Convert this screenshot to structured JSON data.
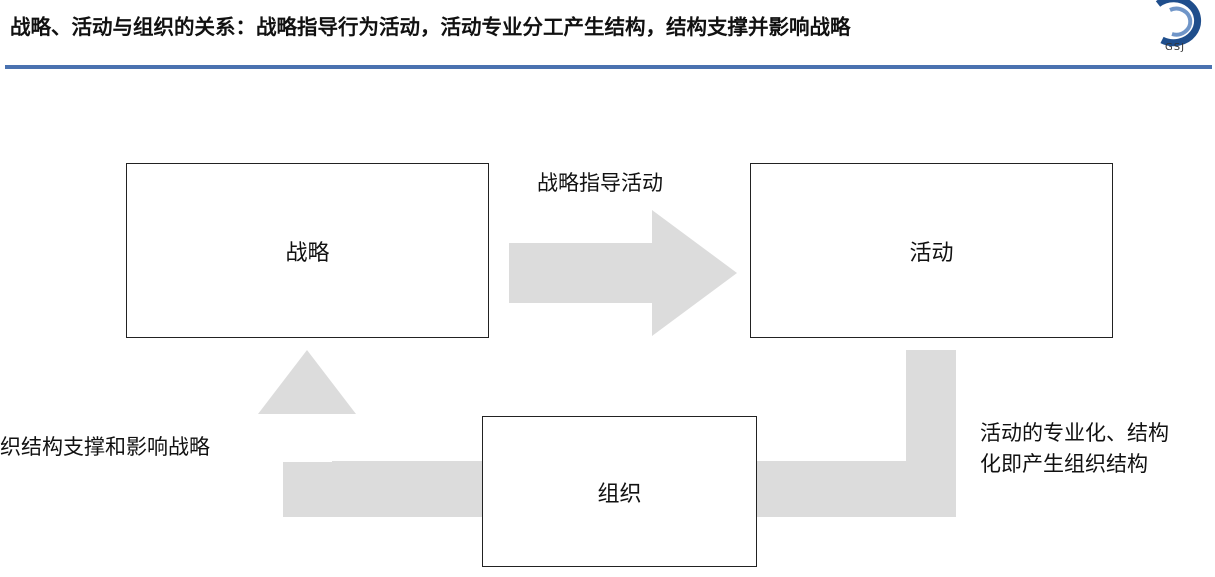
{
  "header": {
    "title": "战略、活动与组织的关系：战略指导行为活动，活动专业分工产生结构，结构支撑并影响战略",
    "logo_text": "GSJ"
  },
  "diagram": {
    "nodes": {
      "strategy": "战略",
      "activity": "活动",
      "organization": "组织"
    },
    "edges": {
      "strategy_to_activity": "战略指导活动",
      "activity_to_org_line1": "活动的专业化、结构",
      "activity_to_org_line2": "化即产生组织结构",
      "org_to_strategy": "织结构支撑和影响战略"
    }
  },
  "colors": {
    "accent": "#4a72b0",
    "arrow_fill": "#dcdcdc",
    "box_border": "#222222"
  }
}
